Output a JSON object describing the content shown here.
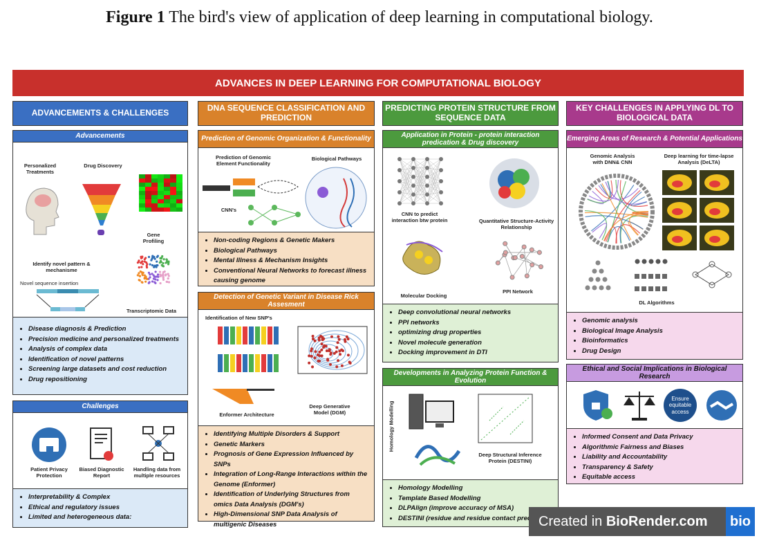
{
  "figure": {
    "label": "Figure 1",
    "title": "The bird's view of application of deep learning in computational biology."
  },
  "banner": "ADVANCES IN DEEP LEARNING FOR COMPUTATIONAL BIOLOGY",
  "colors": {
    "banner": "#c8302c",
    "col1": "#3a6fc2",
    "col2": "#d9822b",
    "col3": "#4c9a3e",
    "col4": "#a83a8c",
    "col1_light": "#dbe9f7",
    "col2_light": "#f7dfc4",
    "col3_light": "#dff0d6",
    "col4_light": "#f6d8ec",
    "col4_sub": "#c79be0"
  },
  "col1": {
    "header": "ADVANCEMENTS & CHALLENGES",
    "sec1": "Advancements",
    "labels": {
      "personalized": "Personalized Treatments",
      "drug": "Drug Discovery",
      "gene": "Gene Profiling",
      "novel": "Identify novel pattern & mechanisme",
      "transcript": "Transcriptomic Data",
      "novel_seq": "Novel sequence insertion"
    },
    "bullets1": [
      "Disease diagnosis & Prediction",
      "Precision medicine and personalized treatments",
      "Analysis of complex data",
      "Identification of novel patterns",
      "Screening large datasets and cost reduction",
      "Drug repositioning"
    ],
    "sec2": "Challenges",
    "icons": {
      "privacy": "Patient Privacy Protection",
      "biased": "Biased Diagnostic Report",
      "handling": "Handling data from multiple resources"
    },
    "bullets2": [
      "Interpretability & Complex",
      "Ethical and regulatory issues",
      "Limited and heterogeneous data:"
    ]
  },
  "col2": {
    "header": "DNA SEQUENCE CLASSIFICATION AND PREDICTION",
    "sec1": "Prediction of Genomic Organization & Functionality",
    "labels": {
      "pred": "Prediction of Genomic Element Functionality",
      "pathways": "Biological Pathways",
      "cnn": "CNN's"
    },
    "bullets1": [
      "Non-coding Regions & Genetic Makers",
      "Biological Pathways",
      "Mental Illness & Mechanism Insights",
      "Conventional Neural Networks to forecast illness causing genome"
    ],
    "sec2": "Detection of Genetic Variant in Disease Rick Assesment",
    "labels2": {
      "snp": "Identification of New SNP's",
      "enformer": "Enformer Architecture",
      "dgm": "Deep Generative Model (DGM)"
    },
    "bullets2": [
      "Identifying Multiple Disorders & Support",
      "Genetic Markers",
      "Prognosis of Gene Expression Influenced by SNPs",
      "Integration of Long-Range Interactions within the Genome (Enformer)",
      "Identification of Underlying Structures from omics Data Analysis (DGM's)",
      "High-Dimensional SNP Data Analysis of multigenic Diseases"
    ]
  },
  "col3": {
    "header": "PREDICTING PROTEIN STRUCTURE FROM SEQUENCE DATA",
    "sec1": "Application in Protein - protein interaction predication & Drug discovery",
    "labels": {
      "cnn": "CNN to predict interaction btw protein",
      "qsar": "Quantitative Structure-Activity Relationship",
      "docking": "Molecular Docking",
      "ppi": "PPI Network"
    },
    "bullets1": [
      "Deep convolutional neural networks",
      "PPI networks",
      "optimizing drug properties",
      "Novel molecule generation",
      "Docking improvement in DTI"
    ],
    "sec2": "Developments in Analyzing Protein Function & Evolution",
    "labels2": {
      "homology": "Homology Modelling",
      "destini": "Deep Structural Inference Protein (DESTINI)"
    },
    "bullets2": [
      "Homology Modelling",
      "Template Based Modelling",
      "DLPAlign (improve accuracy of  MSA)",
      "DESTINI (residue and residue contact prediction)"
    ]
  },
  "col4": {
    "header": "KEY CHALLENGES IN APPLYING DL TO BIOLOGICAL DATA",
    "sec1": "Emerging Areas of Research & Potential Applications",
    "labels": {
      "genomic": "Genomic Analysis with DNN& CNN",
      "delta": "Deep learning for time-lapse Analysis (DeLTA)",
      "dl": "DL Algorithms"
    },
    "bullets1": [
      "Genomic analysis",
      "Biological Image Analysis",
      "Bioinformatics",
      "Drug Design"
    ],
    "sec2": "Ethical and Social Implications in Biological Research",
    "badge": "Ensure equitable access",
    "bullets2": [
      "Informed Consent and Data Privacy",
      "Algorithmic Fairness and Biases",
      "Liability and Accountability",
      "Transparency & Safety",
      "Equitable access"
    ]
  },
  "watermark": {
    "prefix": "Created in ",
    "brand": "BioRender.com",
    "logo": "bio"
  }
}
